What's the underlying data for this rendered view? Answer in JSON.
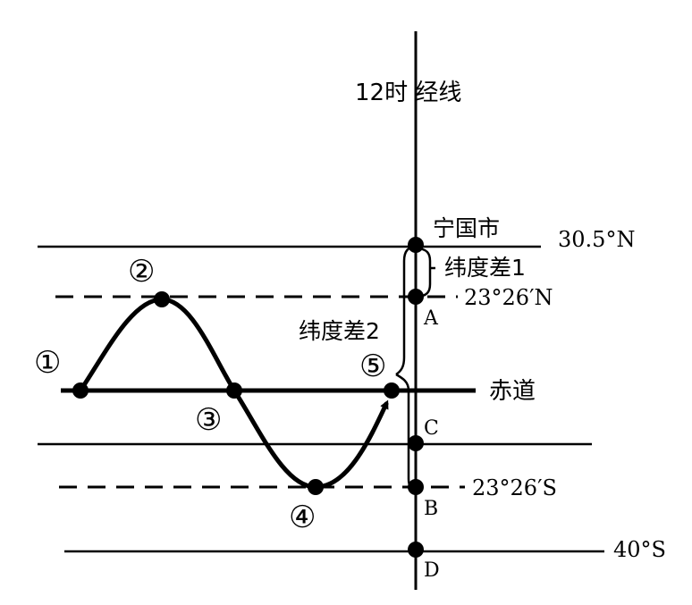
{
  "meridian_label": "12时 经线",
  "city_label": "宁国市",
  "lat_diff_1": "纬度差1",
  "lat_diff_2": "纬度差2",
  "equator_label": "赤道",
  "latitudes": {
    "n30": "30.5°N",
    "tropic_n": "23°26′N",
    "tropic_s": "23°26′S",
    "s40": "40°S"
  },
  "points": {
    "A": "A",
    "B": "B",
    "C": "C",
    "D": "D"
  },
  "stages": [
    "①",
    "②",
    "③",
    "④",
    "⑤"
  ],
  "colors": {
    "ink": "#000000",
    "background": "#ffffff"
  }
}
